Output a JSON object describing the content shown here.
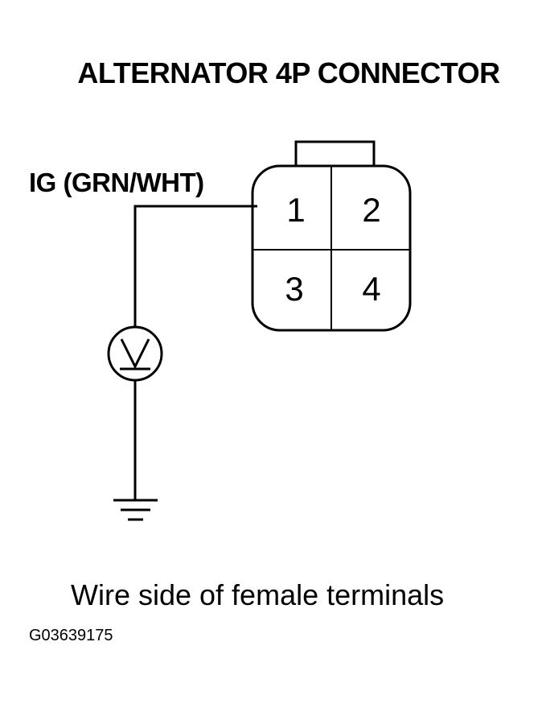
{
  "title": "ALTERNATOR 4P CONNECTOR",
  "wire_label": "IG (GRN/WHT)",
  "connector": {
    "pins": [
      {
        "number": "1"
      },
      {
        "number": "2"
      },
      {
        "number": "3"
      },
      {
        "number": "4"
      }
    ]
  },
  "meter": {
    "symbol": "V",
    "icon": "voltmeter-icon"
  },
  "ground_icon": "ground-symbol-icon",
  "caption": "Wire side of female terminals",
  "figure_id": "G03639175",
  "colors": {
    "line": "#000000",
    "background": "#ffffff"
  }
}
